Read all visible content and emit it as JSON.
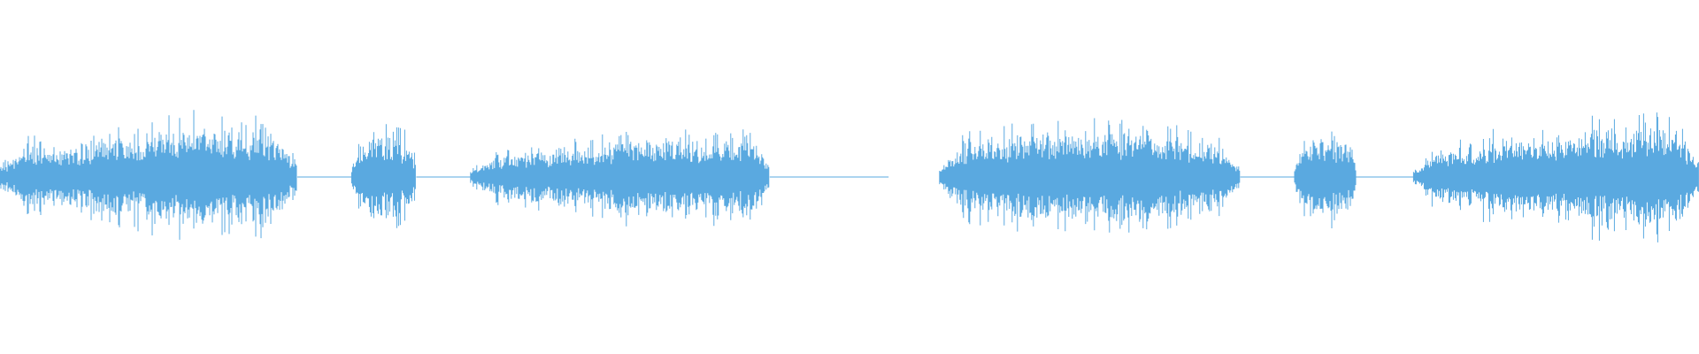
{
  "waveform": {
    "color": "#5aa9e0",
    "background": "#ffffff",
    "sample_seed": 20240517,
    "segments": [
      {
        "kind": "audio",
        "start": 0.0,
        "end": 0.175,
        "envelope": [
          0.35,
          0.45,
          0.4,
          0.5,
          0.55,
          0.65,
          0.7,
          0.6,
          0.65,
          0.55
        ]
      },
      {
        "kind": "silence",
        "start": 0.175,
        "end": 0.207
      },
      {
        "kind": "audio",
        "start": 0.207,
        "end": 0.245,
        "envelope": [
          0.35,
          0.55,
          0.55,
          0.45
        ]
      },
      {
        "kind": "silence",
        "start": 0.245,
        "end": 0.277
      },
      {
        "kind": "audio",
        "start": 0.277,
        "end": 0.453,
        "envelope": [
          0.25,
          0.3,
          0.35,
          0.4,
          0.45,
          0.55,
          0.55,
          0.5,
          0.55,
          0.55
        ]
      },
      {
        "kind": "silence",
        "start": 0.453,
        "end": 0.523
      },
      {
        "kind": "gap",
        "start": 0.523,
        "end": 0.553
      },
      {
        "kind": "audio",
        "start": 0.553,
        "end": 0.73,
        "envelope": [
          0.45,
          0.5,
          0.55,
          0.6,
          0.65,
          0.6,
          0.65,
          0.55,
          0.5,
          0.45
        ]
      },
      {
        "kind": "silence",
        "start": 0.73,
        "end": 0.762
      },
      {
        "kind": "audio",
        "start": 0.762,
        "end": 0.798,
        "envelope": [
          0.4,
          0.55,
          0.55,
          0.45
        ]
      },
      {
        "kind": "silence",
        "start": 0.798,
        "end": 0.832
      },
      {
        "kind": "audio",
        "start": 0.832,
        "end": 1.0,
        "envelope": [
          0.3,
          0.4,
          0.45,
          0.55,
          0.55,
          0.6,
          0.7,
          0.65,
          0.7,
          0.65
        ]
      }
    ]
  }
}
